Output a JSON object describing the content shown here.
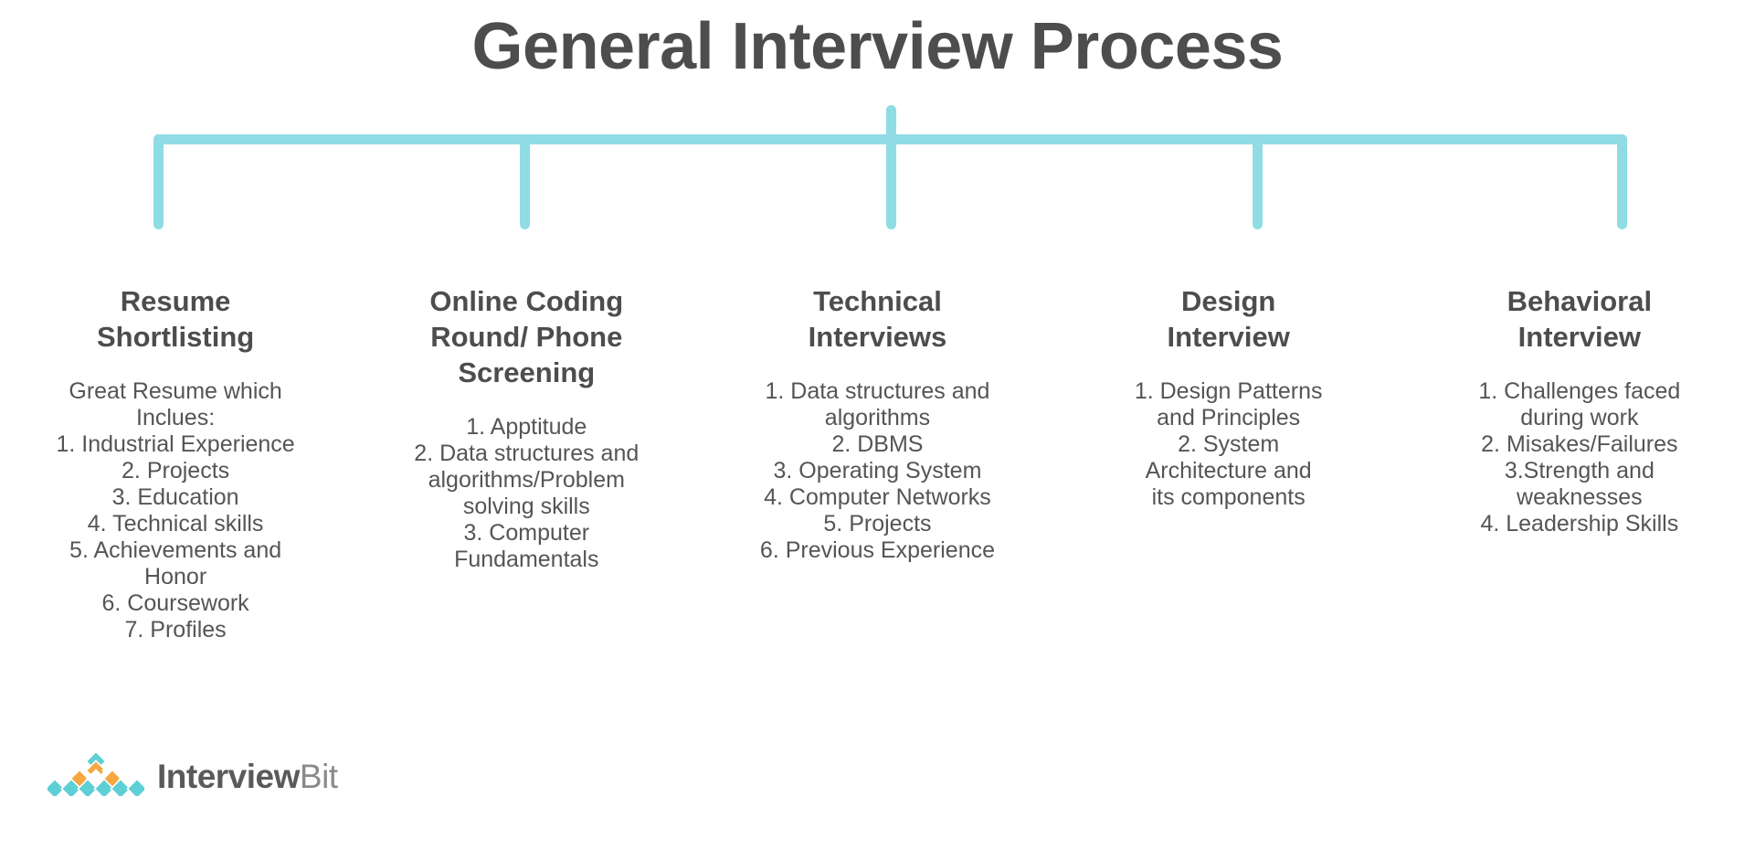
{
  "title": "General Interview Process",
  "theme": {
    "connector_color": "#8fdce4",
    "title_color": "#4d4d4d",
    "heading_color": "#4d4d4d",
    "body_color": "#555555",
    "logo_teal": "#5ecfd4",
    "logo_orange": "#f5a742",
    "background": "#ffffff"
  },
  "connector": {
    "type": "bracket",
    "stems": 5,
    "label": "process-flow-bracket"
  },
  "columns": [
    {
      "id": "resume-shortlisting",
      "heading": "Resume\nShortlisting",
      "body": "Great Resume which\nInclues:\n1. Industrial Experience\n2. Projects\n3. Education\n4. Technical skills\n5. Achievements and\nHonor\n6. Coursework\n7. Profiles"
    },
    {
      "id": "online-coding-round",
      "heading": "Online Coding\nRound/ Phone\nScreening",
      "body": "1. Apptitude\n2. Data structures and\nalgorithms/Problem\nsolving skills\n3. Computer\nFundamentals"
    },
    {
      "id": "technical-interviews",
      "heading": "Technical\nInterviews",
      "body": "1. Data structures and\nalgorithms\n2. DBMS\n3. Operating System\n4. Computer Networks\n5. Projects\n6. Previous Experience"
    },
    {
      "id": "design-interview",
      "heading": "Design\nInterview",
      "body": "1. Design Patterns\nand Principles\n2. System\nArchitecture and\nits components"
    },
    {
      "id": "behavioral-interview",
      "heading": "Behavioral\nInterview",
      "body": "1. Challenges faced\nduring work\n2. Misakes/Failures\n3.Strength and\nweaknesses\n4. Leadership Skills"
    }
  ],
  "logo": {
    "name": "interviewbit-logo",
    "word_primary": "Interview",
    "word_secondary": "Bit",
    "mark": "diamond-pyramid-icon"
  }
}
